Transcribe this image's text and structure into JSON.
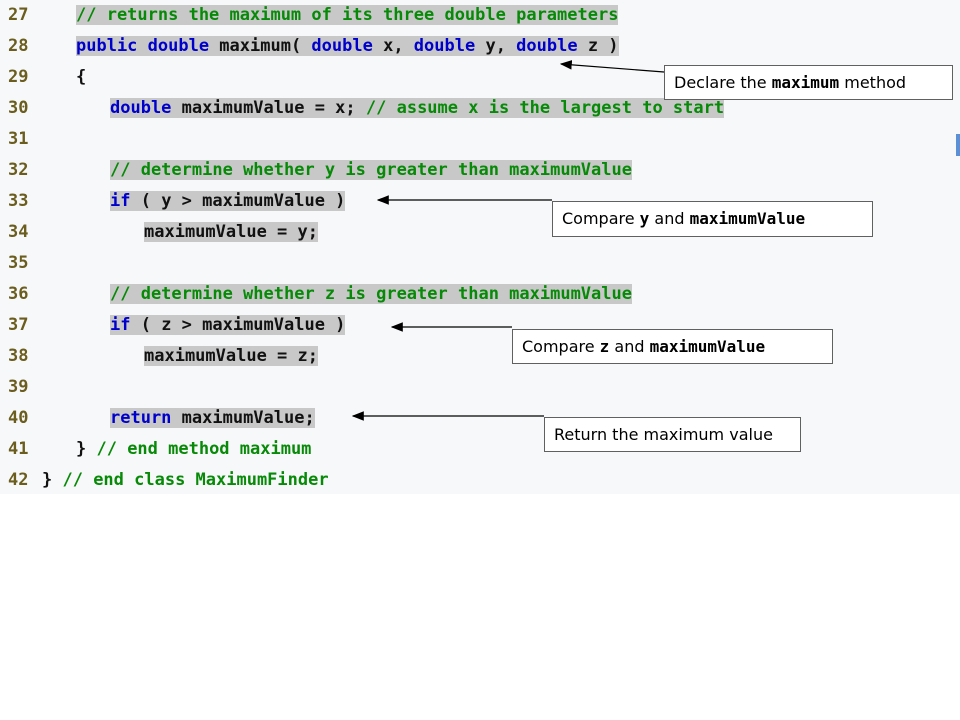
{
  "code": {
    "lines": [
      {
        "num": "27",
        "segments": [
          {
            "text": "// returns the maximum of its three double parameters",
            "cls": "cm hl"
          }
        ]
      },
      {
        "num": "28",
        "segments": [
          {
            "text": "public double",
            "cls": "kw hl"
          },
          {
            "text": " maximum( ",
            "cls": "pl hl"
          },
          {
            "text": "double",
            "cls": "kw hl"
          },
          {
            "text": " x, ",
            "cls": "pl hl"
          },
          {
            "text": "double",
            "cls": "kw hl"
          },
          {
            "text": " y, ",
            "cls": "pl hl"
          },
          {
            "text": "double",
            "cls": "kw hl"
          },
          {
            "text": " z )",
            "cls": "pl hl"
          }
        ]
      },
      {
        "num": "29",
        "segments": [
          {
            "text": "{",
            "cls": "pl"
          }
        ]
      },
      {
        "num": "30",
        "segments": [
          {
            "text": "double",
            "cls": "kw hl"
          },
          {
            "text": " maximumValue = x; ",
            "cls": "pl hl"
          },
          {
            "text": "// assume x is the largest to start",
            "cls": "cm hl"
          }
        ]
      },
      {
        "num": "31",
        "segments": []
      },
      {
        "num": "32",
        "segments": [
          {
            "text": "// determine whether y is greater than maximumValue",
            "cls": "cm hl"
          }
        ]
      },
      {
        "num": "33",
        "segments": [
          {
            "text": "if",
            "cls": "kw hl"
          },
          {
            "text": " ( y > maximumValue )",
            "cls": "pl hl"
          }
        ]
      },
      {
        "num": "34",
        "segments": [
          {
            "text": "maximumValue = y;",
            "cls": "pl hl"
          }
        ]
      },
      {
        "num": "35",
        "segments": []
      },
      {
        "num": "36",
        "segments": [
          {
            "text": "// determine whether z is greater than maximumValue",
            "cls": "cm hl"
          }
        ]
      },
      {
        "num": "37",
        "segments": [
          {
            "text": "if",
            "cls": "kw hl"
          },
          {
            "text": " ( z > maximumValue )",
            "cls": "pl hl"
          }
        ]
      },
      {
        "num": "38",
        "segments": [
          {
            "text": "maximumValue = z;",
            "cls": "pl hl"
          }
        ]
      },
      {
        "num": "39",
        "segments": []
      },
      {
        "num": "40",
        "segments": [
          {
            "text": "return",
            "cls": "kw hl"
          },
          {
            "text": " maximumValue;",
            "cls": "pl hl"
          }
        ]
      },
      {
        "num": "41",
        "segments": [
          {
            "text": "} ",
            "cls": "pl"
          },
          {
            "text": "// end method maximum",
            "cls": "cm"
          }
        ]
      },
      {
        "num": "42",
        "segments": [
          {
            "text": "} ",
            "cls": "pl"
          },
          {
            "text": "// end class MaximumFinder",
            "cls": "cm"
          }
        ]
      }
    ]
  },
  "callouts": {
    "declare": {
      "pre": "Declare the ",
      "mono": "maximum",
      "post": " method"
    },
    "compare_y": {
      "pre": "Compare ",
      "mono1": "y",
      "mid": " and ",
      "mono2": "maximumValue"
    },
    "compare_z": {
      "pre": "Compare ",
      "mono1": "z",
      "mid": " and ",
      "mono2": "maximumValue"
    },
    "return": {
      "text": "Return the maximum value"
    }
  },
  "colors": {
    "keyword": "#0000cc",
    "comment": "#078a07",
    "line_number": "#6b5d1e",
    "highlight": "#c8c8c8"
  }
}
